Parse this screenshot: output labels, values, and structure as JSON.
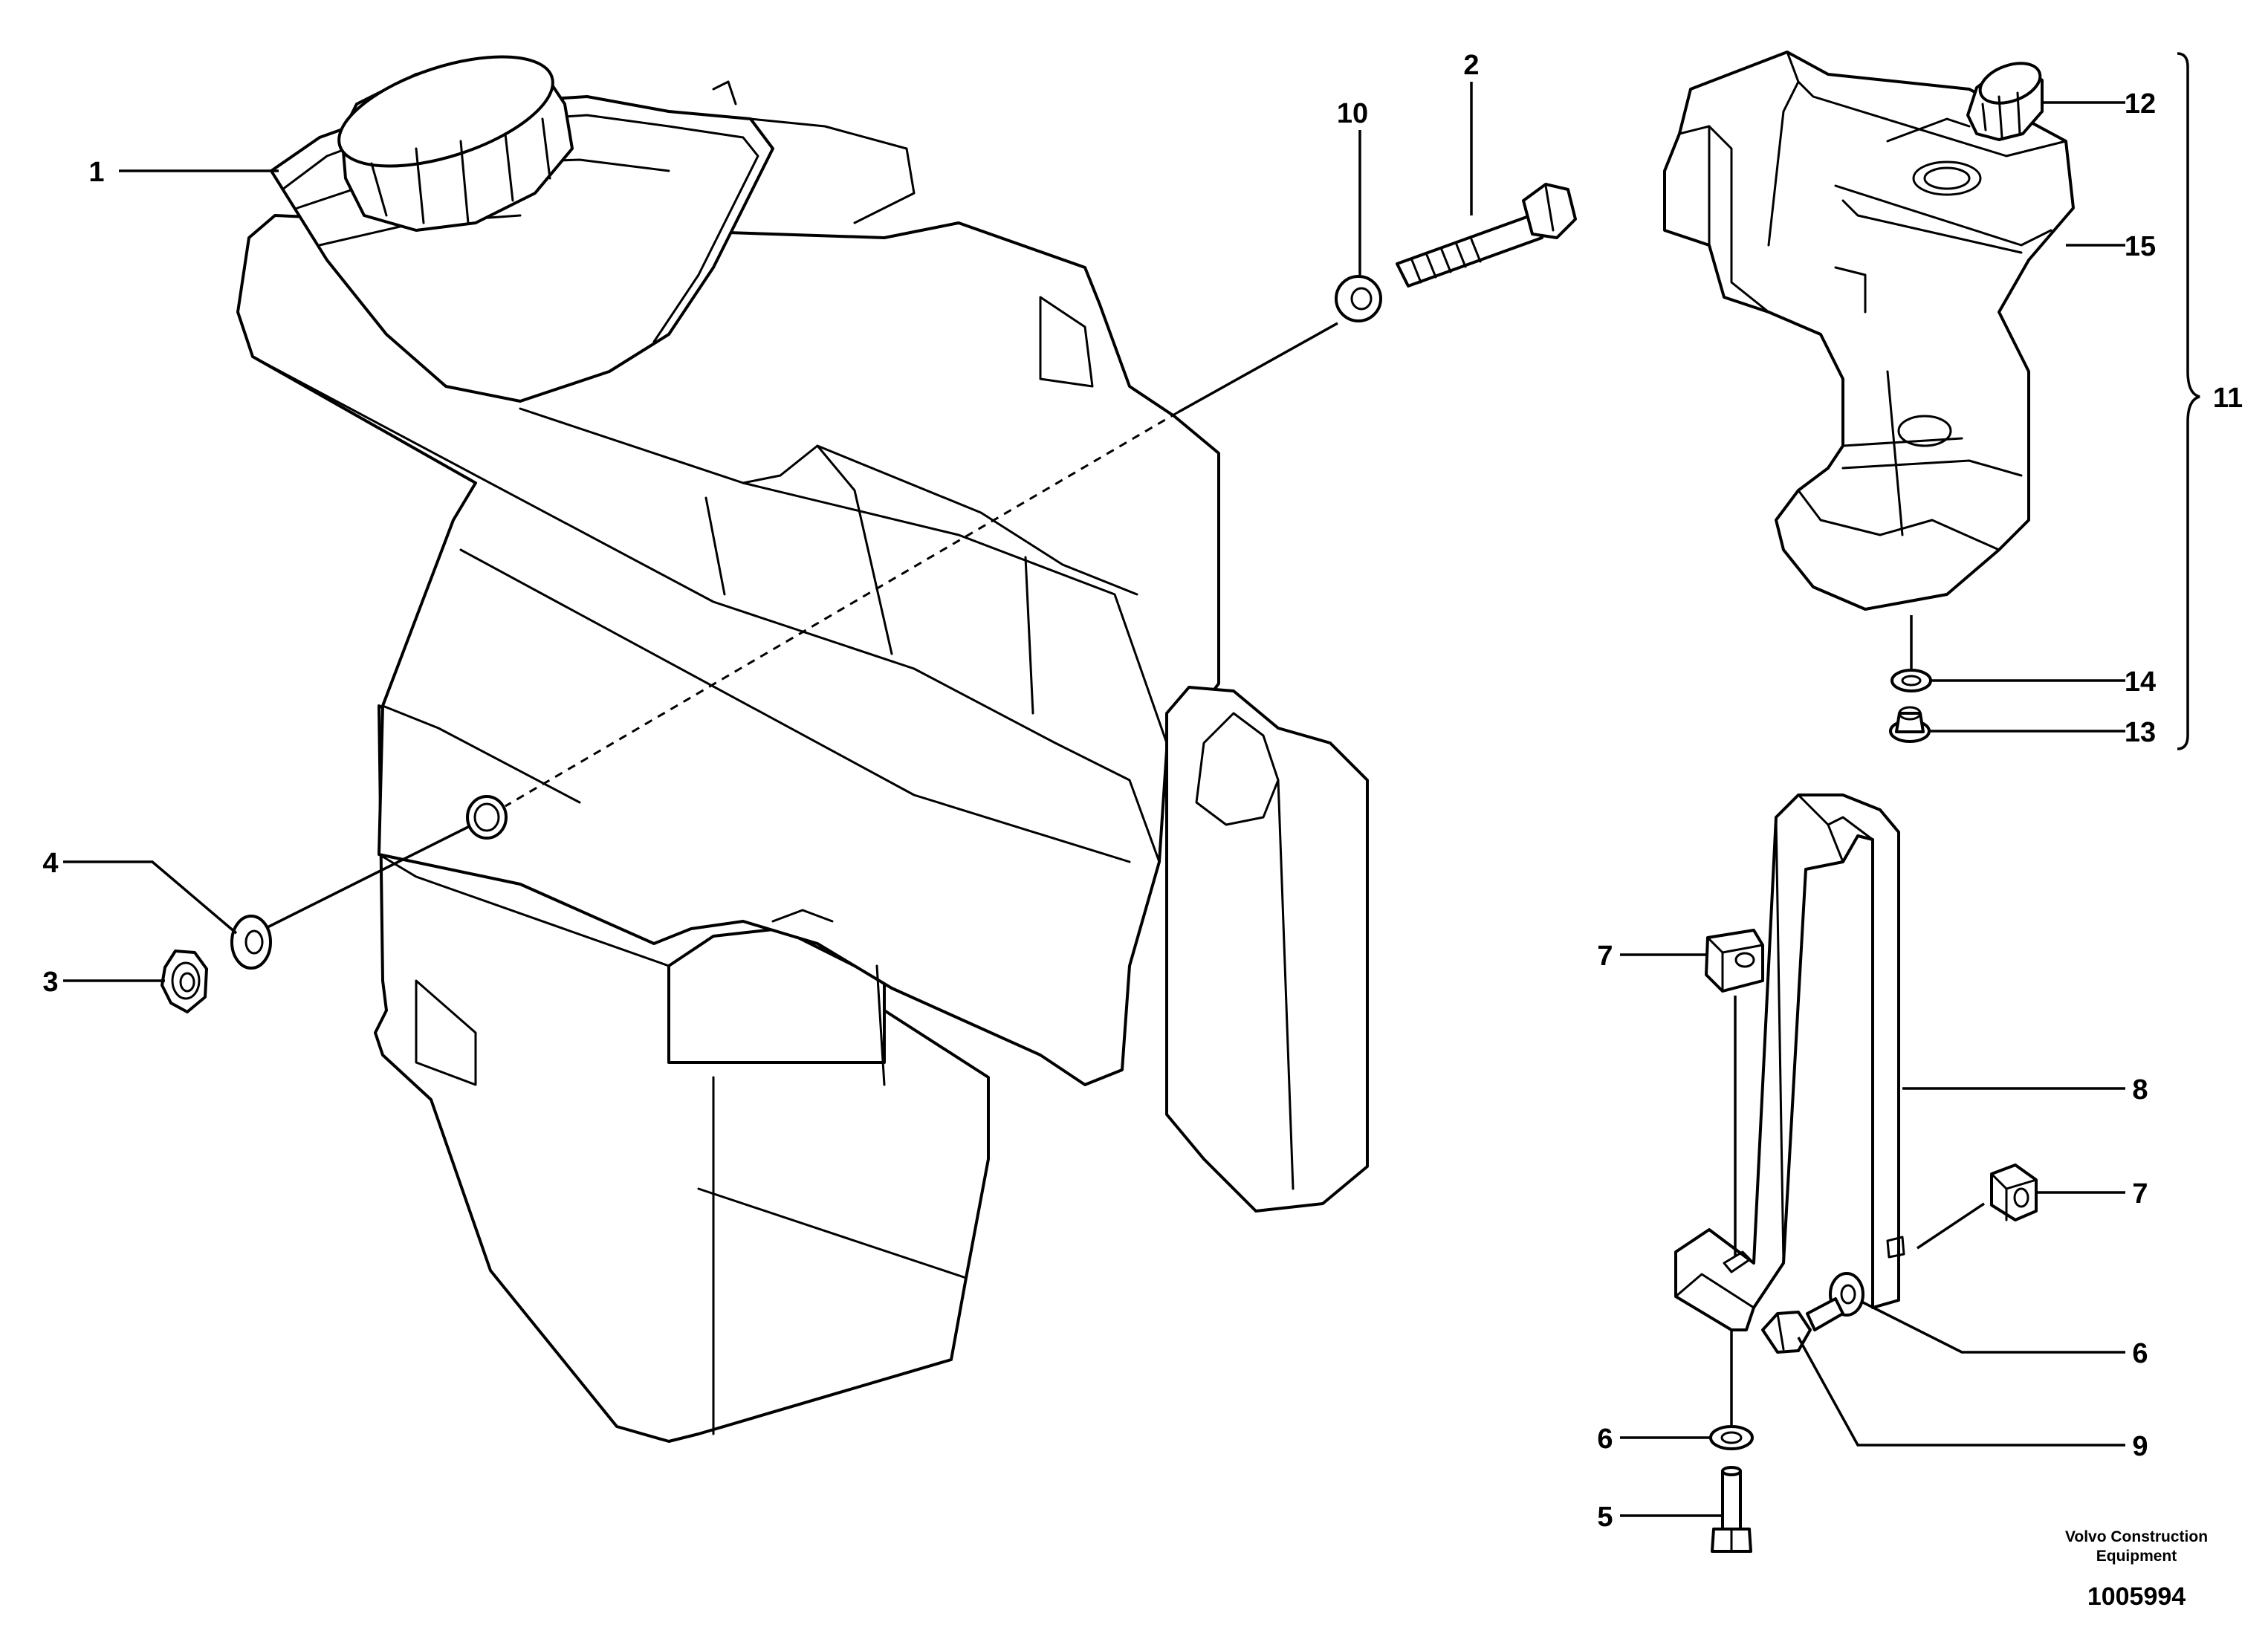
{
  "diagram": {
    "callouts": {
      "c1": "1",
      "c2": "2",
      "c3": "3",
      "c4": "4",
      "c5": "5",
      "c6a": "6",
      "c6b": "6",
      "c7a": "7",
      "c7b": "7",
      "c8": "8",
      "c9": "9",
      "c10": "10",
      "c11": "11",
      "c12": "12",
      "c13": "13",
      "c14": "14",
      "c15": "15"
    },
    "credit_line1": "Volvo Construction",
    "credit_line2": "Equipment",
    "doc_number": "1005994"
  }
}
